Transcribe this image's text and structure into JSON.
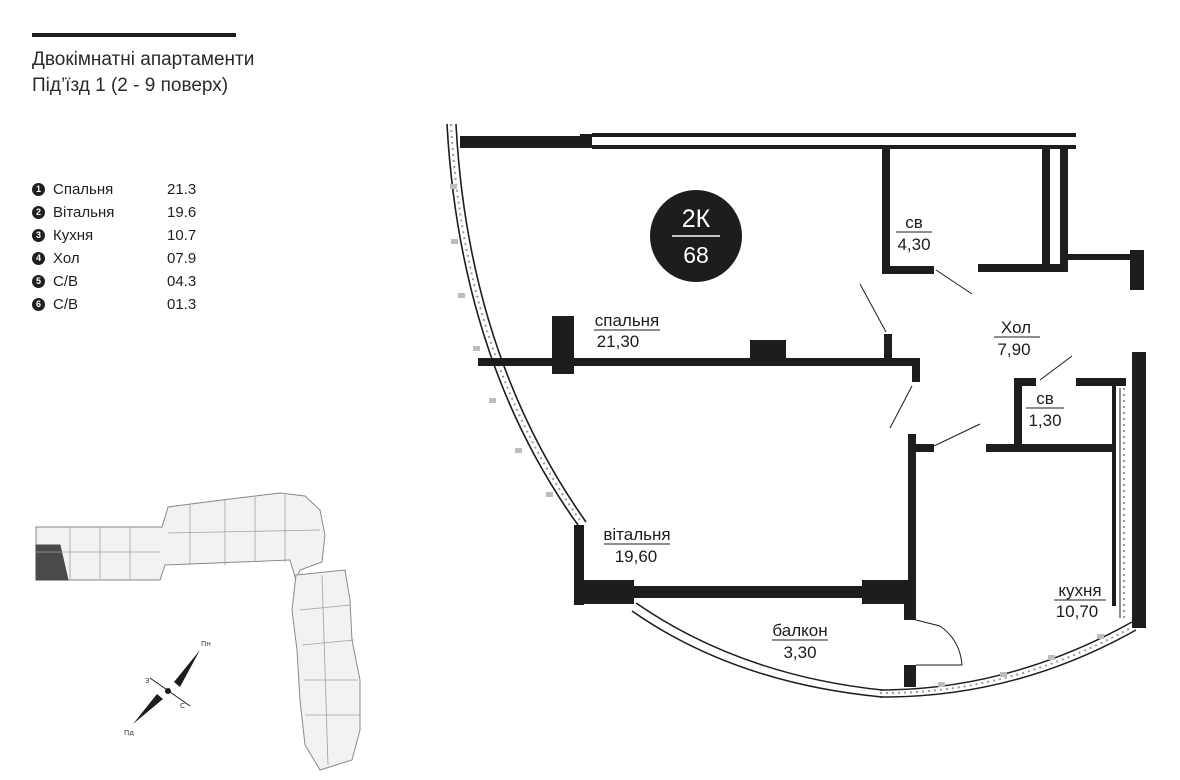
{
  "heading": {
    "line1": "Двокімнатні апартаменти",
    "line2": "Під’їзд 1 (2 - 9 поверх)"
  },
  "legend": [
    {
      "num": "1",
      "name": "Спальня",
      "value": "21.3"
    },
    {
      "num": "2",
      "name": "Вітальня",
      "value": "19.6"
    },
    {
      "num": "3",
      "name": "Кухня",
      "value": "10.7"
    },
    {
      "num": "4",
      "name": "Хол",
      "value": "07.9"
    },
    {
      "num": "5",
      "name": "С/В",
      "value": "04.3"
    },
    {
      "num": "6",
      "name": "С/В",
      "value": "01.3"
    }
  ],
  "badge": {
    "type": "2К",
    "area": "68"
  },
  "rooms": {
    "bath_large": {
      "name": "св",
      "area": "4,30"
    },
    "bedroom": {
      "name": "спальня",
      "area": "21,30"
    },
    "hall": {
      "name": "Хол",
      "area": "7,90"
    },
    "bath_small": {
      "name": "св",
      "area": "1,30"
    },
    "living": {
      "name": "вітальня",
      "area": "19,60"
    },
    "kitchen": {
      "name": "кухня",
      "area": "10,70"
    },
    "balcony": {
      "name": "балкон",
      "area": "3,30"
    }
  },
  "compass": {
    "north": "Пн",
    "south": "Пд",
    "west": "З",
    "east": "С"
  },
  "colors": {
    "wall": "#1d1d1d",
    "hatch": "#9a9a9a",
    "background": "#ffffff"
  }
}
